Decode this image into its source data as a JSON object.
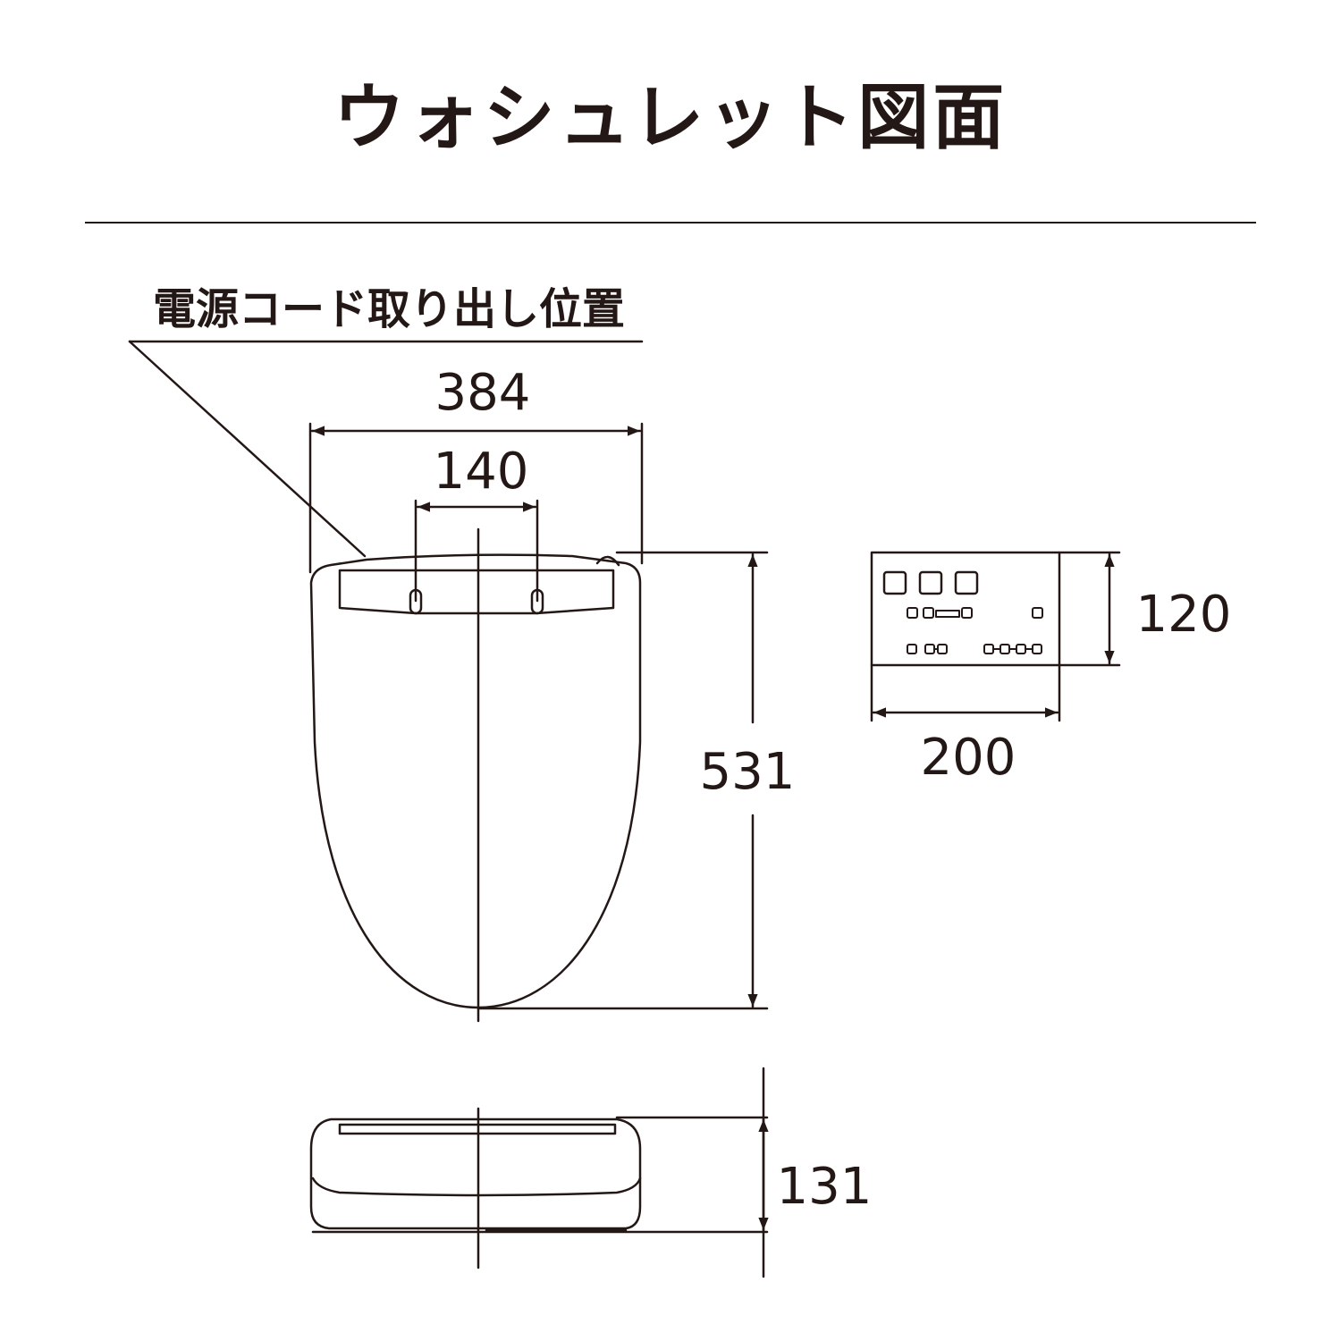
{
  "title": "ウォシュレット図面",
  "colors": {
    "line": "#231815",
    "background": "#ffffff"
  },
  "top_view": {
    "callout_label": "電源コード取り出し位置",
    "width_label": "384",
    "bolt_spacing_label": "140",
    "length_label": "531"
  },
  "remote": {
    "height_label": "120",
    "width_label": "200"
  },
  "side_view": {
    "height_label": "131"
  }
}
